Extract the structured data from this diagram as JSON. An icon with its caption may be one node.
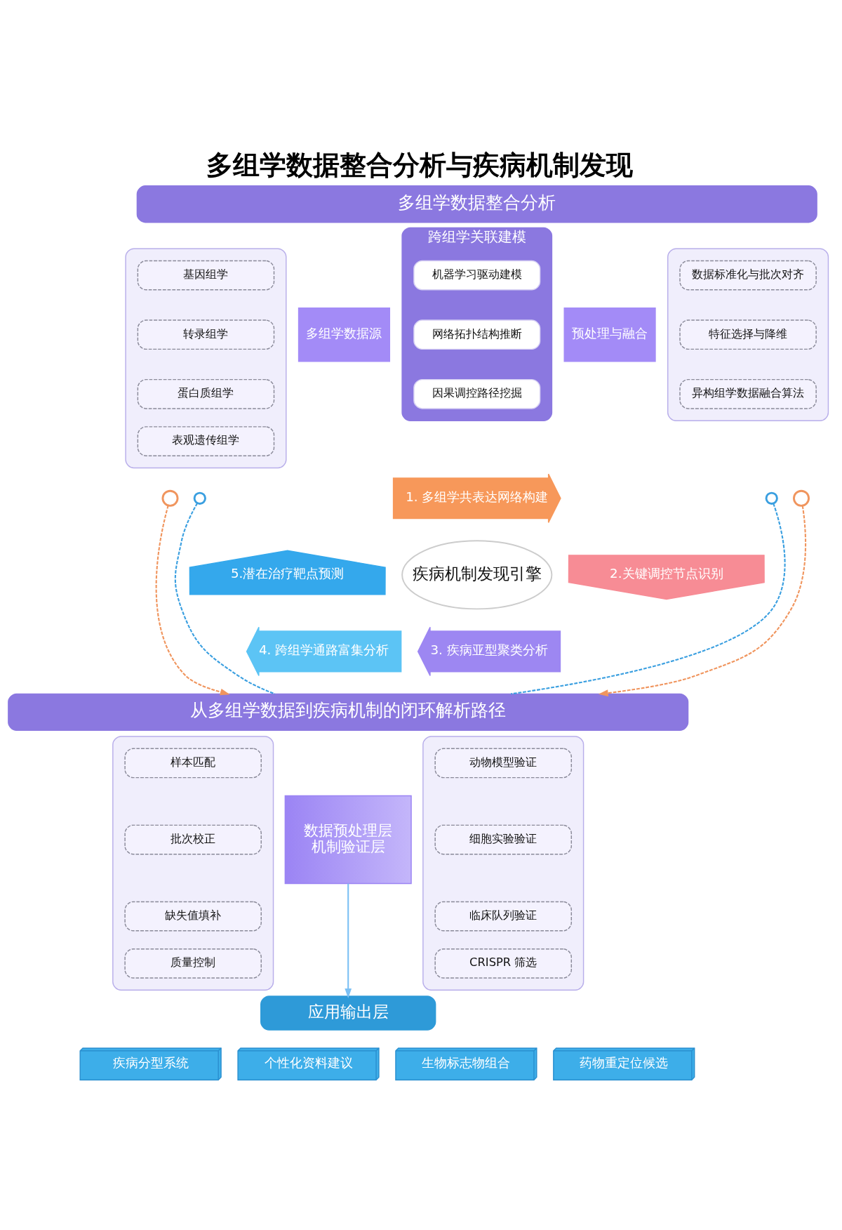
{
  "diagram": {
    "title": "多组学数据整合分析与疾病机制发现",
    "nodes": [
      {
        "text": [
          "多组学数据整合分析"
        ]
      },
      {
        "text": [],
        "shape": "box"
      },
      {
        "text": [
          "基因组学"
        ],
        "in": 1
      },
      {
        "text": [
          "转录组学"
        ],
        "in": 1
      },
      {
        "text": [
          "蛋白质组学"
        ],
        "in": 1
      },
      {
        "text": [
          "表观遗传组学"
        ],
        "in": 1
      },
      {
        "text": [
          "多组学数据源"
        ]
      },
      {
        "text": [
          "跨组学关联建模"
        ]
      },
      {
        "text": [
          "机器学习驱动建模"
        ],
        "in": 7
      },
      {
        "text": [
          "网络拓扑结构推断"
        ],
        "in": 7
      },
      {
        "text": [
          "因果调控路径挖掘"
        ],
        "in": 7
      },
      {
        "text": [
          "预处理与融合"
        ]
      },
      {
        "text": [],
        "shape": "box"
      },
      {
        "text": [
          "数据标准化与批次对齐"
        ],
        "in": 12
      },
      {
        "text": [
          "特征选择与降维"
        ],
        "in": 12
      },
      {
        "text": [
          "异构组学数据融合算法"
        ],
        "in": 12
      },
      {
        "text": [],
        "shape": "circle"
      },
      {
        "text": [],
        "shape": "circle"
      },
      {
        "text": [],
        "shape": "circle"
      },
      {
        "text": [],
        "shape": "circle"
      },
      {
        "text": [
          "1. 多组学共表达网络构建"
        ]
      },
      {
        "text": [
          "2.关键调控节点识别"
        ]
      },
      {
        "text": [
          "3. 疾病亚型聚类分析"
        ]
      },
      {
        "text": [
          "4. 跨组学通路富集分析"
        ]
      },
      {
        "text": [
          "5.潜在治疗靶点预测"
        ]
      },
      {
        "text": [
          "疾病机制发现引擎"
        ]
      },
      {
        "text": [
          "从多组学数据到疾病机制的闭环解析路径"
        ]
      },
      {
        "text": [],
        "shape": "box"
      },
      {
        "text": [
          "样本匹配"
        ],
        "in": 27
      },
      {
        "text": [
          "批次校正"
        ],
        "in": 27
      },
      {
        "text": [
          "缺失值填补"
        ],
        "in": 27
      },
      {
        "text": [
          "质量控制"
        ],
        "in": 27
      },
      {
        "text": [
          "数据预处理层",
          "机制验证层"
        ]
      },
      {
        "text": [],
        "shape": "box"
      },
      {
        "text": [
          "动物模型验证"
        ],
        "in": 33
      },
      {
        "text": [
          "细胞实验验证"
        ],
        "in": 33
      },
      {
        "text": [
          "临床队列验证"
        ],
        "in": 33
      },
      {
        "text": [
          "CRISPR 筛选"
        ],
        "in": 33
      },
      {
        "text": [
          "应用输出层"
        ]
      },
      {
        "text": [
          "疾病分型系统"
        ]
      },
      {
        "text": [
          "个性化资料建议"
        ]
      },
      {
        "text": [
          "生物标志物组合"
        ]
      },
      {
        "text": [
          "药物重定位候选"
        ]
      }
    ],
    "edges": [
      {
        "from": 16,
        "to": 26,
        "arrow": "to",
        "style": "dashed",
        "color": "#f0955e"
      },
      {
        "from": 17,
        "to": 26,
        "arrow": "none",
        "style": "dashed",
        "color": "#3a9fe0"
      },
      {
        "from": 18,
        "to": 26,
        "arrow": "none",
        "style": "dashed",
        "color": "#3a9fe0"
      },
      {
        "from": 19,
        "to": 26,
        "arrow": "to",
        "style": "dashed",
        "color": "#f0955e"
      },
      {
        "from": 32,
        "to": 38,
        "arrow": "to",
        "color": "#7cc0f4"
      }
    ]
  }
}
